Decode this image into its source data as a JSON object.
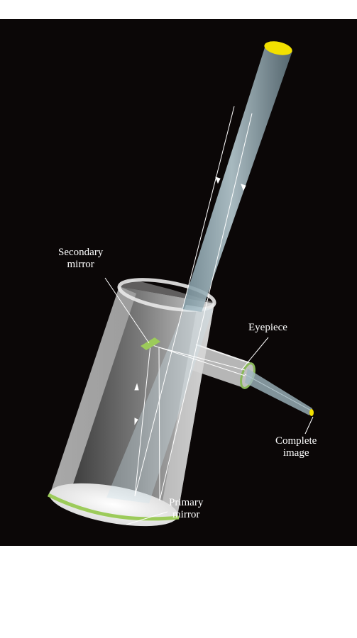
{
  "figure": {
    "background": "#0b0707",
    "page_background": "#ffffff",
    "tube_color": "#cfd0d0",
    "light_color": "#d6ecf3",
    "mirror_color": "#9ccb5a",
    "star_color": "#f2e000"
  },
  "labels": {
    "secondary_mirror": {
      "line1": "Secondary",
      "line2": "mirror"
    },
    "eyepiece": {
      "line1": "Eyepiece"
    },
    "complete_image": {
      "line1": "Complete",
      "line2": "image"
    },
    "primary_mirror": {
      "line1": "Primary",
      "line2": "mirror"
    }
  }
}
